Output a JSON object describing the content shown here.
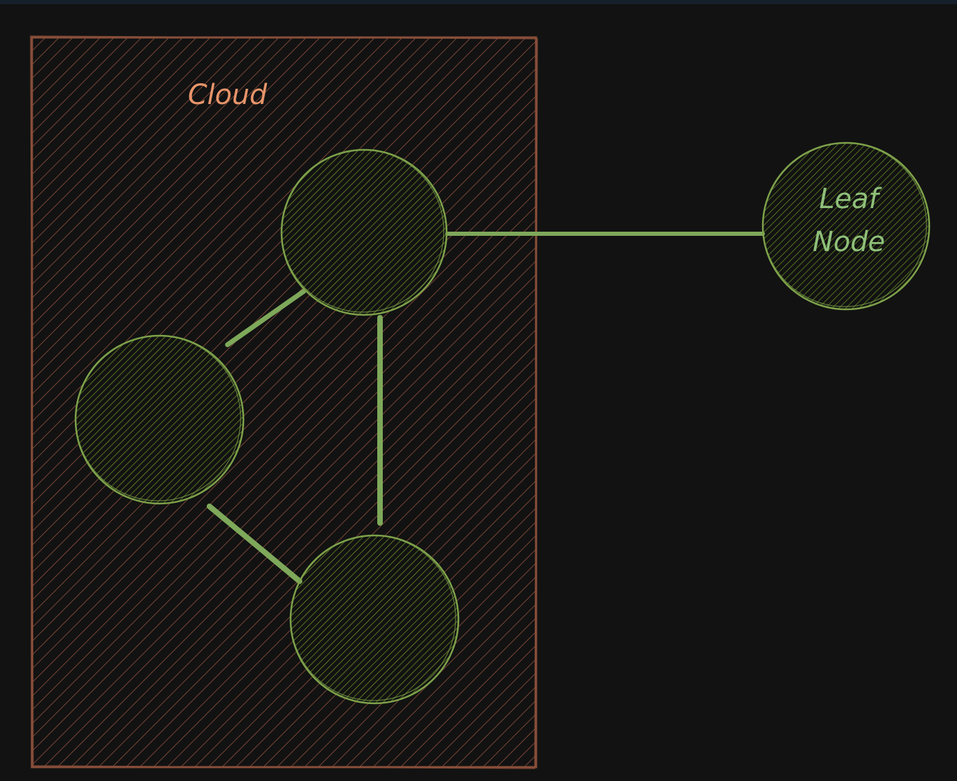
{
  "diagram": {
    "cloud_label": "Cloud",
    "leaf_label_line1": "Leaf",
    "leaf_label_line2": "Node"
  },
  "colors": {
    "background": "#121212",
    "cloud_stroke": "#8a4f3a",
    "cloud_hatch": "#7a4636",
    "cloud_text": "#e8956a",
    "node_stroke": "#7ea24a",
    "node_hatch": "#4d6b1f",
    "edge": "#7ea85a",
    "leaf_text": "#8fc07a"
  },
  "icons": {
    "cloud": "hatched-rectangle",
    "node": "hatched-circle"
  }
}
